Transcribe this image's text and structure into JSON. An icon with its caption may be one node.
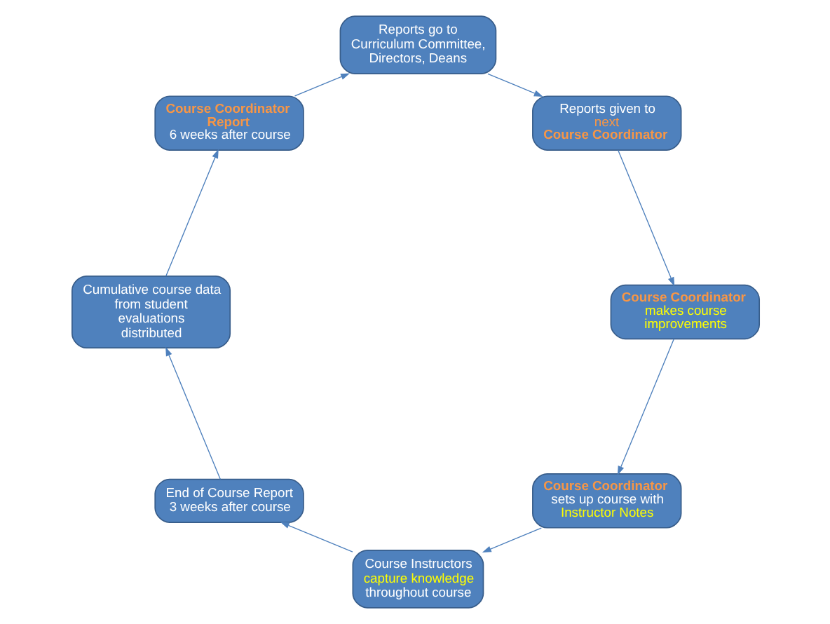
{
  "diagram": {
    "nodes": [
      {
        "text": [
          "Course Coordinator",
          "sets up course with",
          "Instructor Notes"
        ]
      },
      {
        "text": [
          "Course Instructors",
          "capture knowledge",
          "throughout course"
        ]
      },
      {
        "text": [
          "End of Course Report",
          "3 weeks after course"
        ]
      },
      {
        "text": [
          "Cumulative course data from student evaluations distributed"
        ]
      },
      {
        "text": [
          "Course Coordinator Report",
          "6 weeks after course"
        ]
      },
      {
        "text": [
          "Reports go to Curriculum Committee, Directors, Deans"
        ]
      },
      {
        "text": [
          "Reports given to",
          "next",
          "Course Coordinator"
        ]
      },
      {
        "text": [
          "Course Coordinator",
          "makes course improvements"
        ]
      }
    ],
    "edges": [
      {
        "from": 0,
        "to": 1,
        "arrow": "to"
      },
      {
        "from": 1,
        "to": 2,
        "arrow": "to"
      },
      {
        "from": 2,
        "to": 3,
        "arrow": "to"
      },
      {
        "from": 3,
        "to": 4,
        "arrow": "to"
      },
      {
        "from": 4,
        "to": 5,
        "arrow": "to"
      },
      {
        "from": 5,
        "to": 6,
        "arrow": "to"
      },
      {
        "from": 6,
        "to": 7,
        "arrow": "to"
      },
      {
        "from": 7,
        "to": 0,
        "arrow": "to"
      }
    ]
  }
}
